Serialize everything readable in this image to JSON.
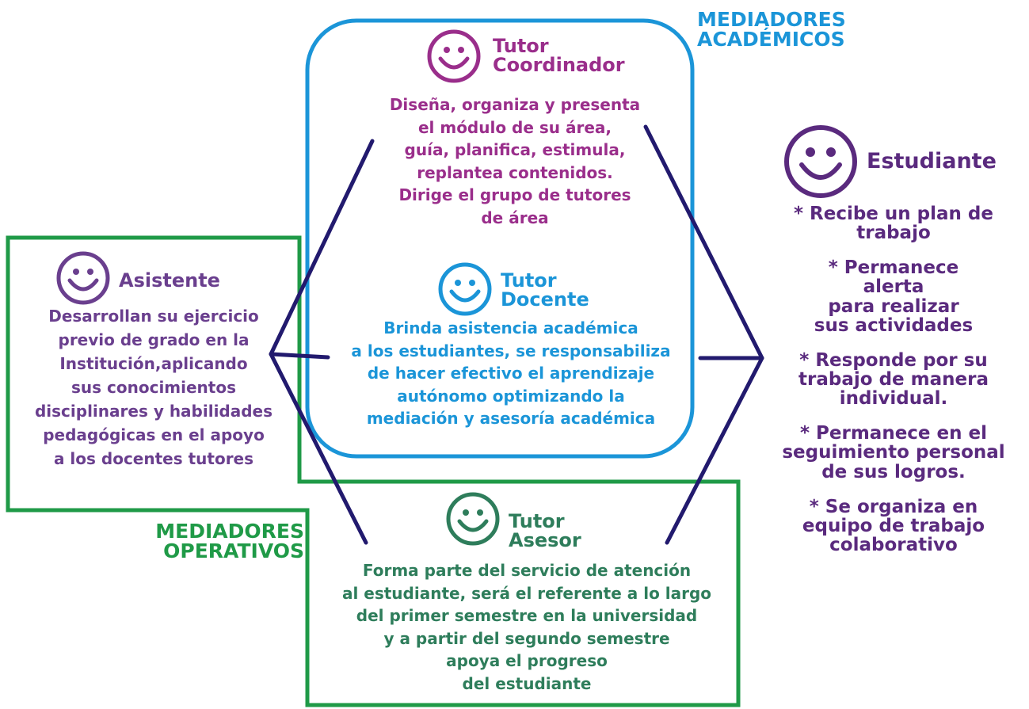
{
  "colors": {
    "academic": "#1b95d8",
    "operative": "#1f9a47",
    "coordinator": "#9a2e8b",
    "docente": "#1b95d8",
    "asesor": "#2e7d5b",
    "asistente": "#6a3f8e",
    "estudiante": "#5a2a7e",
    "connector": "#221a6e"
  },
  "groups": {
    "academic_line1": "MEDIADORES",
    "academic_line2": "ACADÉMICOS",
    "operative_line1": "MEDIADORES",
    "operative_line2": "OPERATIVOS"
  },
  "coordinador": {
    "icon": "smiley-icon",
    "title1": "Tutor",
    "title2": "Coordinador",
    "desc": [
      "Diseña, organiza y presenta",
      "el módulo de su área,",
      "guía, planifica, estimula,",
      "replantea contenidos.",
      "Dirige el grupo de tutores",
      "de área"
    ]
  },
  "docente": {
    "icon": "smiley-icon",
    "title1": "Tutor",
    "title2": "Docente",
    "desc": [
      "Brinda asistencia académica",
      "a los estudiantes, se responsabiliza",
      "de hacer efectivo el aprendizaje",
      "autónomo optimizando la",
      "mediación y asesoría académica"
    ]
  },
  "asesor": {
    "icon": "smiley-icon",
    "title1": "Tutor",
    "title2": "Asesor",
    "desc": [
      "Forma parte del servicio de atención",
      "al estudiante, será el referente a lo largo",
      "del primer semestre en la universidad",
      "y a partir del segundo semestre",
      "apoya el progreso",
      "del estudiante"
    ]
  },
  "asistente": {
    "icon": "smiley-icon",
    "title": "Asistente",
    "desc": [
      "Desarrollan su ejercicio",
      "previo de grado en la",
      "Institución,aplicando",
      "sus conocimientos",
      "disciplinares y habilidades",
      "pedagógicas en el apoyo",
      "a los docentes tutores"
    ]
  },
  "estudiante": {
    "icon": "smiley-icon",
    "title": "Estudiante",
    "bullets": [
      [
        "* Recibe un plan de",
        "trabajo"
      ],
      [
        "* Permanece",
        "alerta",
        "para realizar",
        "sus actividades"
      ],
      [
        "* Responde por su",
        "trabajo de manera",
        "individual."
      ],
      [
        "* Permanece en el",
        "seguimiento personal",
        "de sus logros."
      ],
      [
        "* Se organiza en",
        "equipo de trabajo",
        "colaborativo"
      ]
    ]
  }
}
